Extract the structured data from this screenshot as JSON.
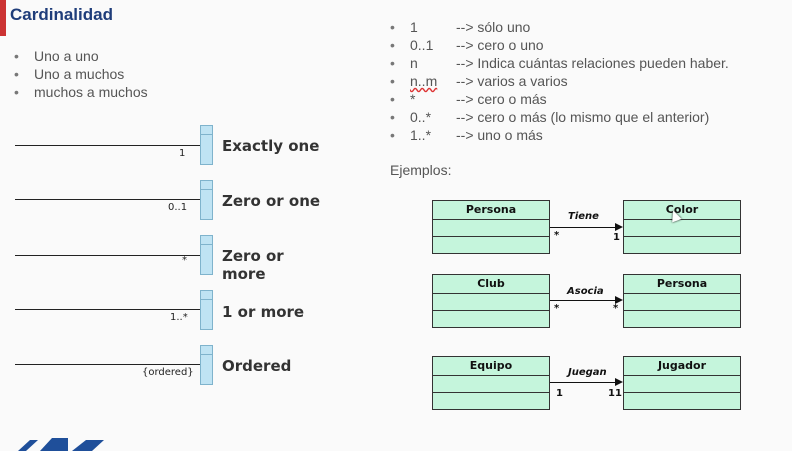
{
  "slide": {
    "title": "Cardinalidad",
    "topics": [
      "Uno a uno",
      "Uno a muchos",
      "muchos a muchos"
    ],
    "bullet": "•"
  },
  "cardinality_diagrams": [
    {
      "multiplicity": "1",
      "label": "Exactly one"
    },
    {
      "multiplicity": "0..1",
      "label": "Zero or one"
    },
    {
      "multiplicity": "*",
      "label": "Zero or more"
    },
    {
      "multiplicity": "1..*",
      "label": "1 or more"
    },
    {
      "multiplicity": "{ordered}",
      "label": "Ordered"
    }
  ],
  "legend": [
    {
      "symbol": "1",
      "text": "--> sólo uno"
    },
    {
      "symbol": "0..1",
      "text": "--> cero o uno"
    },
    {
      "symbol": "n",
      "text": "--> Indica cuántas relaciones pueden haber."
    },
    {
      "symbol": "n..m",
      "text": "--> varios a varios"
    },
    {
      "symbol": "*",
      "text": "--> cero o más"
    },
    {
      "symbol": "0..*",
      "text": "--> cero o más (lo mismo que el anterior)"
    },
    {
      "symbol": "1..*",
      "text": "--> uno o más"
    }
  ],
  "examples_label": "Ejemplos:",
  "examples": [
    {
      "left": "Persona",
      "assoc": "Tiene",
      "left_mult": "*",
      "right_mult": "1",
      "right": "Color"
    },
    {
      "left": "Club",
      "assoc": "Asocia",
      "left_mult": "*",
      "right_mult": "*",
      "right": "Persona"
    },
    {
      "left": "Equipo",
      "assoc": "Juegan",
      "left_mult": "1",
      "right_mult": "11",
      "right": "Jugador"
    }
  ],
  "colors": {
    "title": "#1f3d7a",
    "accent_bar": "#cc3333",
    "class_fill": "#c5f5dc",
    "end_box": "#bfe3f3",
    "logo": "#1f4f9a"
  }
}
